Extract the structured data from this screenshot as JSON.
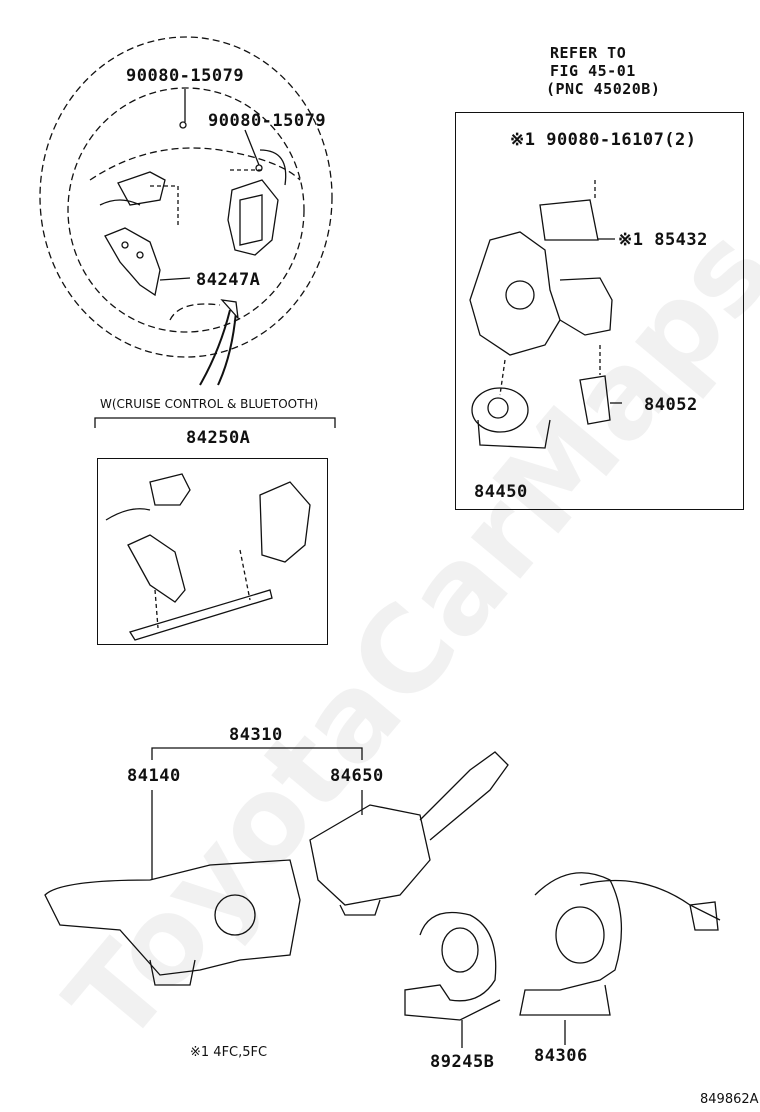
{
  "watermark": "ToyotaCarMaps.ru",
  "labels": {
    "bolt_a": "90080-15079",
    "bolt_b": "90080-15079",
    "switch_84247a": "84247A",
    "refer_line1": "REFER TO",
    "refer_line2": "FIG 45-01",
    "refer_line3": "(PNC 45020B)",
    "screw_16107": "※1 90080-16107(2)",
    "part_85432": "※1 85432",
    "part_84052": "84052",
    "part_84450": "84450",
    "cruise_note": "W(CRUISE CONTROL & BLUETOOTH)",
    "assy_84250a": "84250A",
    "assy_84310": "84310",
    "part_84140": "84140",
    "part_84650": "84650",
    "part_89245b": "89245B",
    "part_84306": "84306",
    "footnote": "※1 4FC,5FC",
    "figure_code": "849862A"
  }
}
